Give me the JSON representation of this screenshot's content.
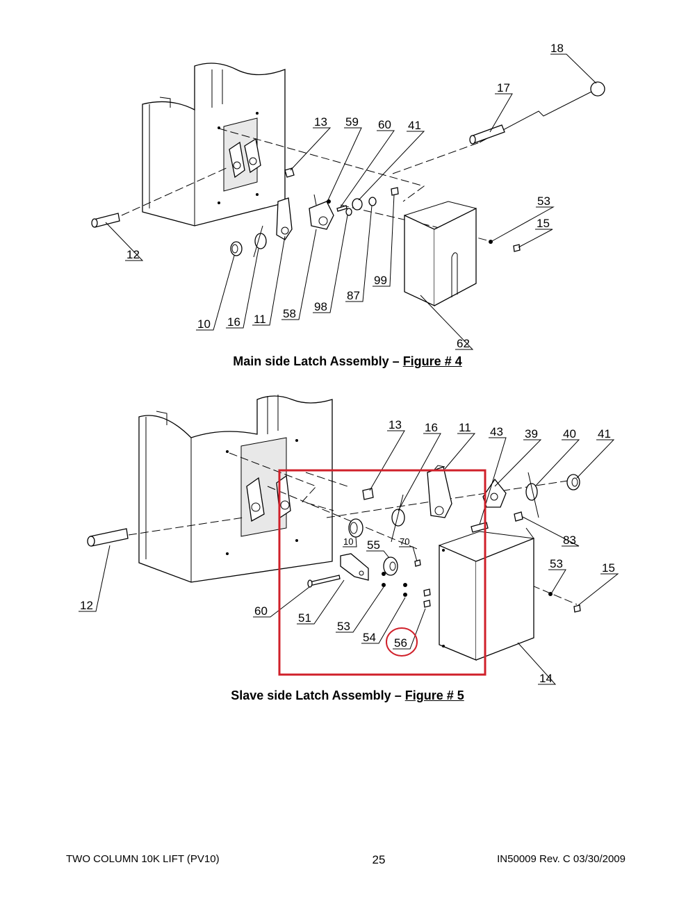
{
  "figure4": {
    "caption_text": "Main side Latch Assembly – ",
    "caption_fig": "Figure # 4",
    "labels": [
      "18",
      "17",
      "13",
      "59",
      "60",
      "41",
      "53",
      "15",
      "12",
      "10",
      "16",
      "11",
      "58",
      "98",
      "87",
      "99",
      "62"
    ]
  },
  "figure5": {
    "caption_text": "Slave side Latch Assembly – ",
    "caption_fig": "Figure # 5",
    "labels": [
      "13",
      "16",
      "11",
      "43",
      "39",
      "40",
      "41",
      "83",
      "53",
      "15",
      "10",
      "70",
      "55",
      "12",
      "60",
      "51",
      "53",
      "54",
      "56",
      "14"
    ]
  },
  "footer": {
    "left": "TWO COLUMN 10K LIFT (PV10)",
    "page": "25",
    "right": "IN50009 Rev. C 03/30/2009"
  },
  "highlight": {
    "box_color": "#d0202a",
    "circle_color": "#d0202a",
    "circled_label": "56"
  }
}
